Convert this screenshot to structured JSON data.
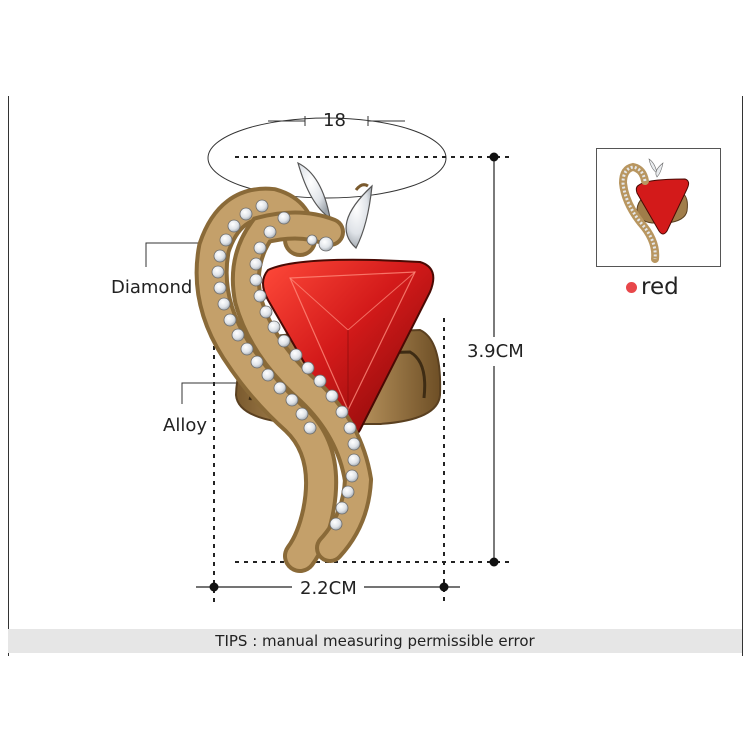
{
  "labels": {
    "ring_size": "18",
    "height": "3.9CM",
    "width": "2.2CM",
    "diamond": "Diamond",
    "alloy": "Alloy"
  },
  "tips": "TIPS : manual measuring permissible error",
  "color_option": {
    "label": "red",
    "dot_color": "#e8474a"
  },
  "colors": {
    "gem_red": "#d31a1a",
    "metal_gold": "#a07d4a",
    "rhinestone": "#e9ecef"
  }
}
